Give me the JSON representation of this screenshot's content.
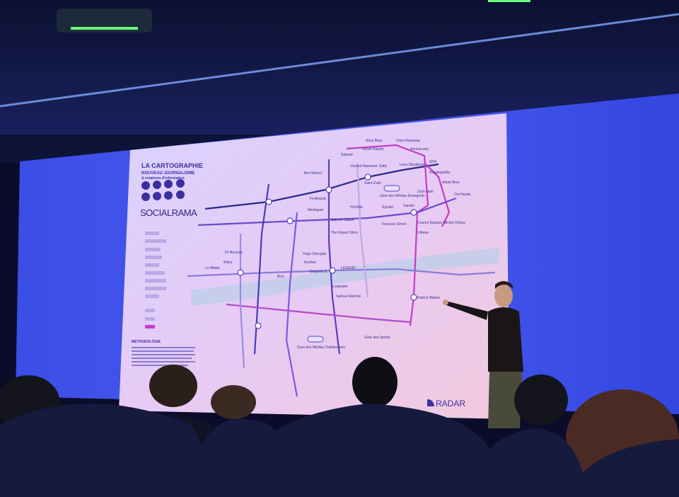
{
  "slide": {
    "title_line1": "LA CARTOGRAPHIE",
    "title_line2": "NOUVEAU JOURNALISME",
    "title_line3": "& créateurs d'information",
    "brand": "SOCIALRAMA",
    "methodology_heading": "METHODOLOGIE",
    "publisher_logo": "RADAR",
    "social_icons": [
      "instagram-icon",
      "threads-icon",
      "youtube-icon",
      "tiktok-icon",
      "linkedin-icon",
      "snapchat-icon",
      "facebook-icon",
      "x-icon"
    ]
  },
  "map": {
    "stations": [
      "Sony Bass",
      "Clara Runaway",
      "Salomé",
      "Anniversary",
      "Oscar Raoam",
      "Salty",
      "Lena Situations",
      "SFR",
      "Régalegorilla",
      "Ben Névert",
      "Vincent Ramonet",
      "Saint Zvah",
      "Gare des Médias Émergents",
      "Zack Nani",
      "Adam Bros",
      "Oui Hustle",
      "Mediapart",
      "Ferdinand",
      "Sylvain",
      "Sandor",
      "Courier Époque",
      "Ultreau",
      "Michel Onfray",
      "Hortifab",
      "Salomé Saqué",
      "The Impact Story",
      "François Simon",
      "Gare des Médias Traditionnels",
      "Gare des Sports",
      "LEGEND",
      "Brut",
      "Konbini",
      "Hugo Décrypte",
      "Gaspard G",
      "Loopsider",
      "Samuel Etienne",
      "Patrick Marker",
      "Dr Nozman",
      "Wiloo",
      "Le Média"
    ],
    "colors": {
      "line_purple": "#5a3fc0",
      "line_magenta": "#c43cc9",
      "line_navy": "#2a2a8a",
      "line_light": "#b9a9e6"
    }
  }
}
